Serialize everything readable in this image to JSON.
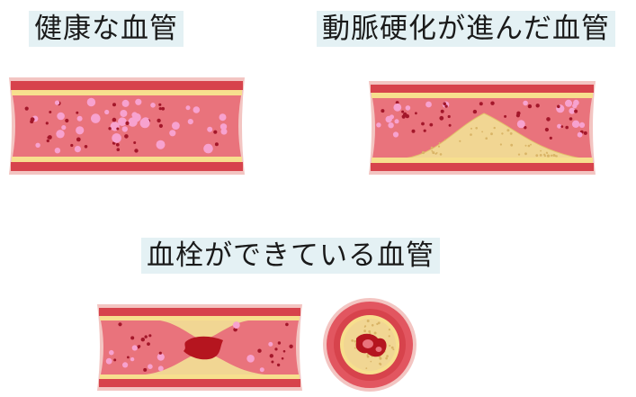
{
  "labels": {
    "healthy": "健康な血管",
    "atherosclerosis": "動脈硬化が進んだ血管",
    "thrombus": "血栓ができている血管"
  },
  "colors": {
    "label_background": "#e4f1f4",
    "vessel_wall_outer": "#d7434c",
    "vessel_wall_inner": "#e86c72",
    "vessel_edge_light": "#f3c5c2",
    "fat_layer": "#f7df8e",
    "lumen": "#e9737c",
    "red_cell": "#a3172a",
    "white_cell": "#f7a2cf",
    "plaque": "#f1d693",
    "thrombus": "#b5151f"
  }
}
